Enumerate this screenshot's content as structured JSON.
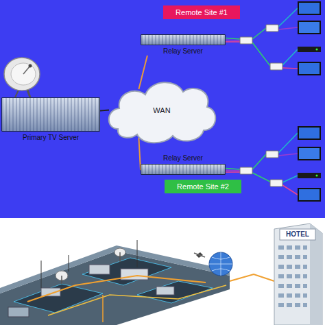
{
  "diagram": {
    "nodes": [
      {
        "text": [
          "Remote Site #1"
        ]
      },
      {
        "text": [
          "Relay Server"
        ]
      },
      {
        "text": [
          "WAN"
        ]
      },
      {
        "text": [
          "Primary TV Server"
        ]
      },
      {
        "text": [
          "Relay Server"
        ]
      },
      {
        "text": [
          "Remote Site #2"
        ]
      }
    ],
    "edges": [
      {
        "from": 3,
        "to": 2,
        "arrow": "none"
      },
      {
        "from": 2,
        "to": 1,
        "arrow": "none"
      },
      {
        "from": 2,
        "to": 4,
        "arrow": "none"
      }
    ],
    "labels": [
      "HOTEL"
    ]
  }
}
